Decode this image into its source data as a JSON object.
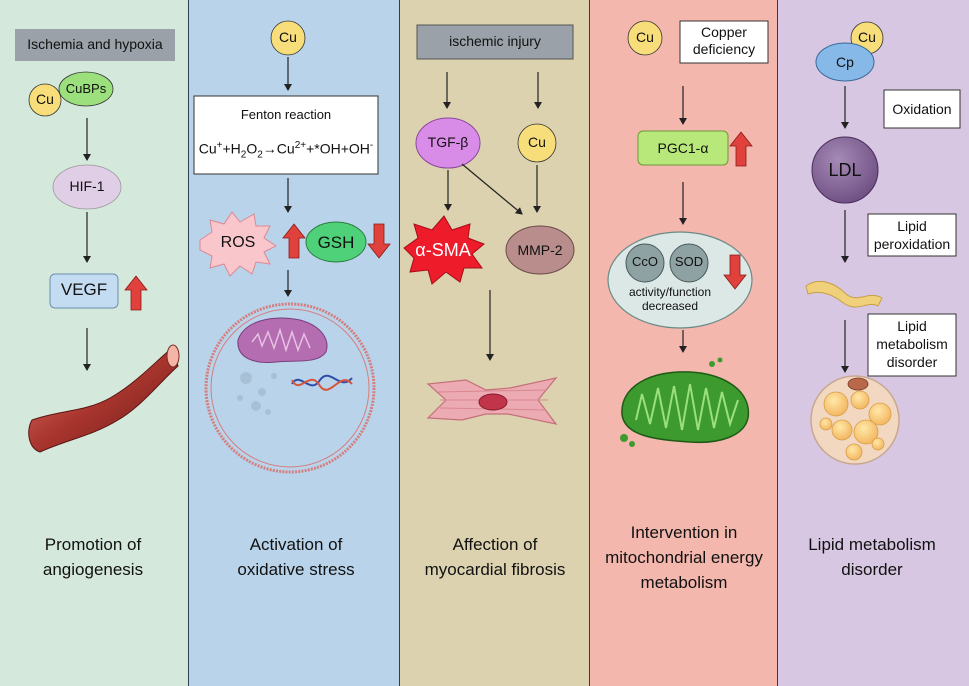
{
  "panels": [
    {
      "id": "angiogenesis",
      "bg": "#d4e9dc",
      "top_box": "Ischemia and hypoxia",
      "cu": "Cu",
      "cubps": "CuBPs",
      "hif": "HIF-1",
      "vegf": "VEGF",
      "caption_1": "Promotion of",
      "caption_2": "angiogenesis"
    },
    {
      "id": "oxidative",
      "bg": "#b9d4ea",
      "cu": "Cu",
      "fenton_title": "Fenton reaction",
      "fenton_cu1": "Cu",
      "fenton_mid": "+H",
      "fenton_o2": "O",
      "fenton_arrow": "→Cu",
      "fenton_end": "+*OH+OH",
      "sup_plus": "+",
      "sup_2plus": "2+",
      "sup_minus": "-",
      "sub_2": "2",
      "ros": "ROS",
      "gsh": "GSH",
      "caption_1": "Activation of",
      "caption_2": "oxidative stress"
    },
    {
      "id": "fibrosis",
      "bg": "#dcd2b0",
      "top_box": "ischemic injury",
      "tgf": "TGF-β",
      "cu": "Cu",
      "asma": "α-SMA",
      "mmp": "MMP-2",
      "caption_1": "Affection of",
      "caption_2": "myocardial fibrosis"
    },
    {
      "id": "mitochondria",
      "bg": "#f4b7ae",
      "cu": "Cu",
      "deficiency_1": "Copper",
      "deficiency_2": "deficiency",
      "pgc": "PGC1-α",
      "cco": "CcO",
      "sod": "SOD",
      "activity_1": "activity/function",
      "activity_2": "decreased",
      "caption_1": "Intervention in",
      "caption_2": "mitochondrial energy",
      "caption_3": "metabolism"
    },
    {
      "id": "lipid",
      "bg": "#d7c7e2",
      "cu": "Cu",
      "cp": "Cp",
      "oxidation": "Oxidation",
      "ldl": "LDL",
      "lipid_perox_1": "Lipid",
      "lipid_perox_2": "peroxidation",
      "lipid_metab_1": "Lipid",
      "lipid_metab_2": "metabolism",
      "lipid_metab_3": "disorder",
      "caption_1": "Lipid metabolism",
      "caption_2": "disorder"
    }
  ],
  "colors": {
    "cu_circle": "#f7de7a",
    "cubps": "#9be07c",
    "hif": "#e0cde6",
    "vegf": "#c4dcf2",
    "red_arrow": "#e0413c",
    "down_arrow": "#e0413c",
    "ros": "#f9c6cc",
    "gsh": "#4fd17a",
    "tgf": "#d98be8",
    "asma": "#ee1c2b",
    "mmp": "#b98d8b",
    "pgc": "#b8e87a",
    "mito_cell": "#dce8e6",
    "mito_enzyme": "#8ea1a3",
    "cp": "#86b8e8",
    "ldl": "#7f5f92",
    "grey_box": "#9aa1a8"
  }
}
